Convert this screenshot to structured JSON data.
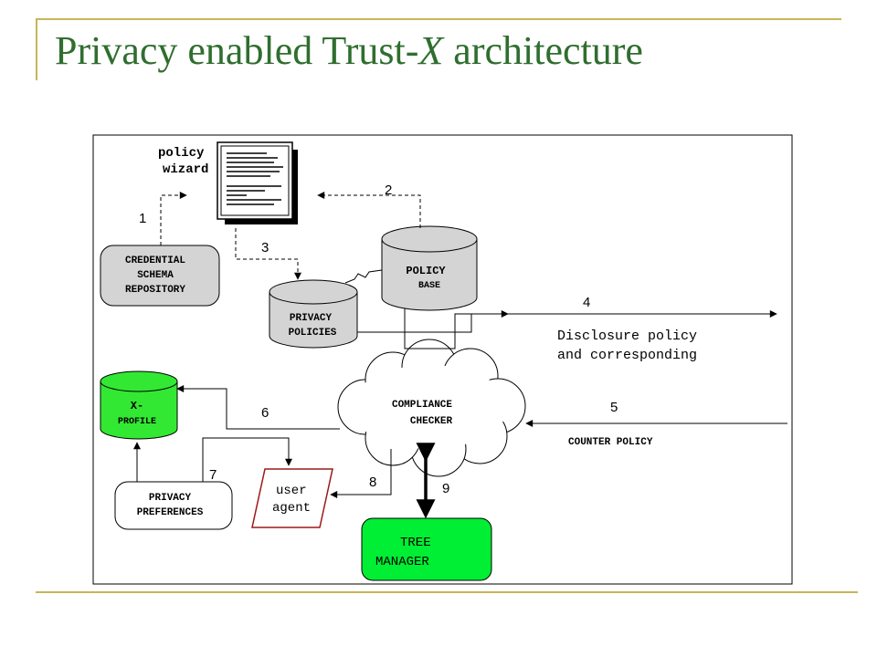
{
  "slide": {
    "title_before": "Privacy enabled Trust-",
    "title_italic": "X",
    "title_after": " architecture"
  },
  "diagram": {
    "policy_wizard": [
      "policy",
      "wizard"
    ],
    "credential_schema_repository": [
      "CREDENTIAL",
      "SCHEMA",
      "REPOSITORY"
    ],
    "policy_base": [
      "POLICY",
      "BASE"
    ],
    "privacy_policies": [
      "PRIVACY",
      "POLICIES"
    ],
    "x_profile": [
      "X-",
      "PROFILE"
    ],
    "compliance_checker": [
      "COMPLIANCE",
      "CHECKER"
    ],
    "privacy_preferences": [
      "PRIVACY",
      "PREFERENCES"
    ],
    "user_agent": [
      "user",
      "agent"
    ],
    "tree_manager": [
      "TREE",
      "MANAGER"
    ],
    "disclosure_note": [
      "Disclosure policy",
      "and corresponding"
    ],
    "counter_policy": "COUNTER POLICY",
    "step_labels": [
      "1",
      "2",
      "3",
      "4",
      "5",
      "6",
      "7",
      "8",
      "9"
    ],
    "colors": {
      "title": "#2f6e2f",
      "accent_rule": "#c8b45a",
      "store_fill": "#d4d4d4",
      "x_profile_fill": "#33e833",
      "tree_manager_fill": "#00ee33",
      "user_agent_border": "#9a1a1a"
    }
  }
}
